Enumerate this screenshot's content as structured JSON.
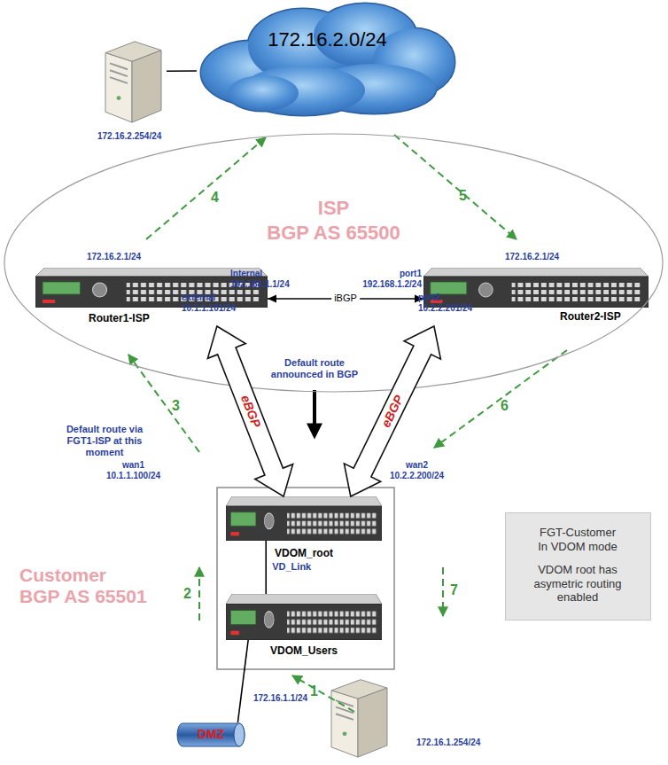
{
  "diagram": {
    "nodes": [
      {
        "text": [
          "172.16.2.0/24"
        ]
      },
      {
        "text": [
          "172.16.2.254/24"
        ]
      },
      {
        "text": [
          "ISP",
          "BGP AS 65500"
        ]
      },
      {
        "text": [
          "Router1-ISP"
        ],
        "in": 2
      },
      {
        "text": [
          "Router2-ISP"
        ],
        "in": 2
      },
      {
        "text": [
          "VDOM_root"
        ]
      },
      {
        "text": [
          "VDOM_Users"
        ]
      },
      {
        "text": [
          "FGT-Customer In VDOM mode",
          "VDOM root has asymetric routing enabled"
        ]
      },
      {
        "text": [
          "DMZ"
        ]
      },
      {
        "text": [
          "172.16.1.254/24"
        ]
      }
    ],
    "edges": [
      {
        "from": 1,
        "to": 0,
        "arrow": "none"
      },
      {
        "from": 3,
        "to": 4,
        "label": "iBGP",
        "arrow": "both"
      },
      {
        "from": 3,
        "to": 5,
        "label": "eBGP",
        "arrow": "both"
      },
      {
        "from": 4,
        "to": 5,
        "label": "eBGP",
        "arrow": "both"
      },
      {
        "from": 5,
        "to": 6,
        "label": "VD_Link",
        "arrow": "none"
      },
      {
        "from": 6,
        "to": 8,
        "arrow": "none"
      }
    ],
    "labels": [
      "172.16.2.1/24",
      "Internal 192.168.1.1/24",
      "external 10.1.1.101/24",
      "172.16.2.1/24",
      "port1 192.168.1.2/24",
      "port2 10.2.2.201/24",
      "Default route announced in BGP",
      "Default route via FGT1-ISP at this moment",
      "wan1 10.1.1.100/24",
      "wan2 10.2.2.200/24",
      "Customer",
      "BGP AS 65501",
      "172.16.1.1/24",
      "1",
      "2",
      "3",
      "4",
      "5",
      "6",
      "7"
    ]
  }
}
